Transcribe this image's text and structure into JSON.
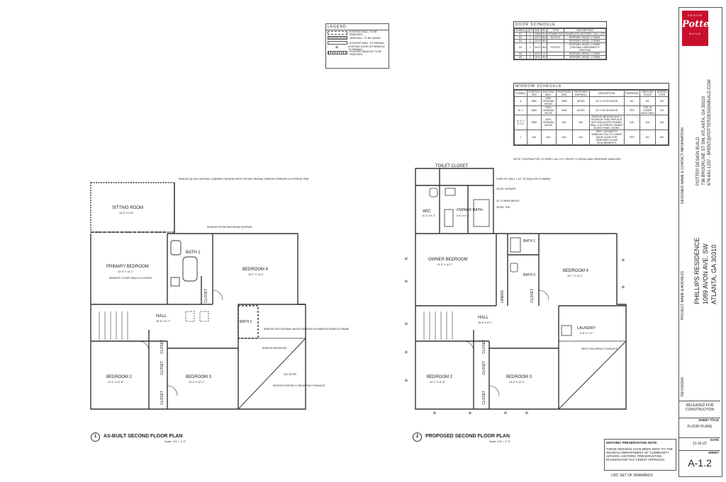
{
  "legend": {
    "title": "LEGEND:",
    "items": [
      "EXISTING WALL TO BE REMOVED",
      "NEW WALL TO BE ADDED",
      "EXISTING WALL TO REMAIN",
      "EXISTING DOOR OR WINDOW TO REMAIN",
      "EXISTING WINDOW TO BE REMOVED"
    ]
  },
  "door_schedule": {
    "title": "DOOR SCHEDULE",
    "headers": [
      "SYMBOL",
      "QTY",
      "SIZE",
      "R/L",
      "TYPE",
      "DESCRIPTION"
    ],
    "rows": [
      [
        "D1",
        "1",
        "2868",
        "RH",
        "FRAMELESS",
        "FRAMELESS 3/8 STEEL, FULL LITE"
      ],
      [
        "D2",
        "1",
        "4070",
        "N/A",
        "BI-FOLD",
        "INTERIOR, WOOD, 1 PANEL"
      ],
      [
        "D3",
        "1",
        "2470",
        "RH",
        "",
        "INTERIOR, WOOD, 1 PANEL"
      ],
      [
        "D4",
        "1",
        "2470",
        "N/A",
        "POCKET",
        "INTERIOR, WOOD, 1 PANEL (ORIGINAL HARDWARE IF EXISTING)"
      ],
      [
        "D5",
        "1",
        "2070",
        "LH",
        "",
        "INTERIOR, WOOD, 1 PANEL"
      ],
      [
        "D6",
        "1",
        "2070",
        "RH",
        "",
        "INTERIOR, WOOD, 1 PANEL"
      ]
    ]
  },
  "window_schedule": {
    "title": "WINDOW SCHEDULE",
    "headers": [
      "SYMBOL",
      "EXISTING SIZE",
      "EXISTING MATL.",
      "PROPOSED SIZE",
      "PROPOSED MATERIAL",
      "DESCRIPTION",
      "TEMPERED",
      "OBSCURE GLASS",
      "DIVIDED LITES"
    ],
    "rows": [
      [
        "A",
        "3050",
        "NON-ORIGINAL WOOD",
        "3050",
        "WOOD",
        "2/2 X 2/2 DH WOOD",
        "NO",
        "NO",
        "NO"
      ],
      [
        "B, C",
        "3050",
        "NON-ORIGINAL WOOD",
        "3050",
        "WOOD",
        "2/2 X 4/2 DH WOOD",
        "YES",
        "YES, IN LOWER SASH ONLY",
        "NO"
      ],
      [
        "D, E, F, G, H, I",
        "3050",
        "NON-ORIGINAL WOOD",
        "N/A",
        "N/A",
        "REMOVE WINDOW UNIT & INTERIOR TRIM; REPLACE WITH INSULATED FRAMED WALL & EXTERIOR CEMENT BOARD PANEL SIDING",
        "N/A",
        "N/A",
        "N/A"
      ],
      [
        "J",
        "N/A",
        "N/A",
        "N/A",
        "N/A",
        "APPLY 3M SAFETY WINDOW FILM TO LOWER SASH GLASS FOR TEMPERED GLASS REQUIREMENTS",
        "YES",
        "NO",
        "NO"
      ]
    ],
    "note": "NOTE: CONTRACTOR TO VERIFY ALL R.O. PRIOR TO SIZING AND ORDERING WINDOWS"
  },
  "title_block": {
    "logo_top": "DESIGN",
    "logo_name": "Potter",
    "logo_bottom": "BUILD",
    "designer_label": "DESIGNER NAME & CONTACT INFORMATION",
    "designer_name": "POTTER DESIGN BUILD",
    "designer_address": "736 BROOKLINE ST SW, ATLANTA, GA 30310",
    "designer_contact": "678-641-1257 - BRENT@POTTERDESIGNBUILD.COM",
    "project_label": "PROJECT NAME & ADDRESS",
    "project_name": "PHILLIPS RESIDENCE",
    "project_street": "1089 AVON AVE. SW",
    "project_city": "ATLANTA, GA 30310",
    "revisions_label": "REVISIONS",
    "status": "RELEASED FOR CONSTRUCTION",
    "sheet_title_label": "SHEET TITLE",
    "sheet_title": "FLOOR PLANS",
    "date_label": "DATE",
    "date": "11-16-22",
    "sheet_label": "SHEET",
    "sheet_number": "A-1.2"
  },
  "historic_note": {
    "title": "HISTORIC PRESERVATION NOTE:",
    "body": "THESE DESIGNS HAVE BEEN SENT TO THE GEORGIA DEPARTMENT OF COMMUNITY AFFAIRS, HISTORIC PRESERVATION DIVISION FOR TAX CREDIT APPROVAL"
  },
  "set_label": "UDC SET OF DRAWINGS",
  "plans": {
    "left": {
      "number": "1",
      "title": "AS-BUILT SECOND FLOOR PLAN",
      "scale": "Scale: 1/4\" = 1'-0\"",
      "rooms": {
        "sitting": "SITTING ROOM",
        "sitting_dim": "16'-3\" X 9'-6\"",
        "primary": "PRIMARY BEDROOM",
        "primary_dim": "13'-3\" X 14'-1\"",
        "remove_closet": "REMOVE CLOSET WALLS & DOORS",
        "bath1": "BATH 1",
        "bedroom4": "BEDROOM 4",
        "bedroom4_dim": "16'-7\" X 14'-1\"",
        "hall": "HALL",
        "hall_dim": "28'-6\" X 6'-7\"",
        "bath2": "BATH 2",
        "closet": "CLOSET",
        "bedroom2": "BEDROOM 2",
        "bedroom2_dim": "12'-1\" X 12'-6\"",
        "bedroom3": "BEDROOM 3",
        "bedroom3_dim": "13'-9\" X 12'-2\""
      },
      "notes": [
        "REMOVE (8) NON-ORIGINAL CASEMENT WINDOW UNITS, RETAIN ORIGINAL WINDOW OPENINGS & EXTERIOR TRIM",
        "REMOVE ENTIRE BATHROOM INTERIOR",
        "REMOVE NON-ORIGINAL WATER DAMAGED DH WINDOW SASHES & FRAME",
        "REMOVE BATHROOM",
        "REMOVE EXISTING 3-TAB ASPHALT SHINGLES",
        "3/12 SLOPE"
      ]
    },
    "right": {
      "number": "2",
      "title": "PROPOSED SECOND FLOOR PLAN",
      "scale": "Scale: 1/4\" = 1'-0\"",
      "rooms": {
        "toilet_closet": "TOILET CLOSET",
        "wic": "WIC",
        "wic_dim": "6'-4\" X 6'-2\"",
        "owner_bath": "OWNER BATH",
        "owner_bath_dim": "9'-6\" X 9'-4\"",
        "owner_bedroom": "OWNER BEDROOM",
        "owner_bedroom_dim": "13'-3\" X 14'-1\"",
        "bath1": "BATH 1",
        "bath2": "BATH 2",
        "linens": "LINENS",
        "closet": "CLOSET",
        "bedroom4": "BEDROOM 4",
        "bedroom4_dim": "16'-7\" X 14'-1\"",
        "hall": "HALL",
        "hall_dim": "28'-6\" X 6'-7\"",
        "laundry": "LAUNDRY",
        "laundry_dim": "5'-8\" X 7'-2\"",
        "bedroom2": "BEDROOM 2",
        "bedroom2_dim": "12'-1\" X 12'-6\"",
        "bedroom3": "BEDROOM 3",
        "bedroom3_dim": "13'-9\" X 12'-2\""
      },
      "notes": [
        "FURR OUT WALL 1-1/2\" TO INSULATE PLUMBING",
        "48\"x42\" SHOWER",
        "16\" CORNER BENCH",
        "48\"x53\" TUB",
        "NEW 3-TAB ASPHALT SHINGLES"
      ]
    }
  }
}
